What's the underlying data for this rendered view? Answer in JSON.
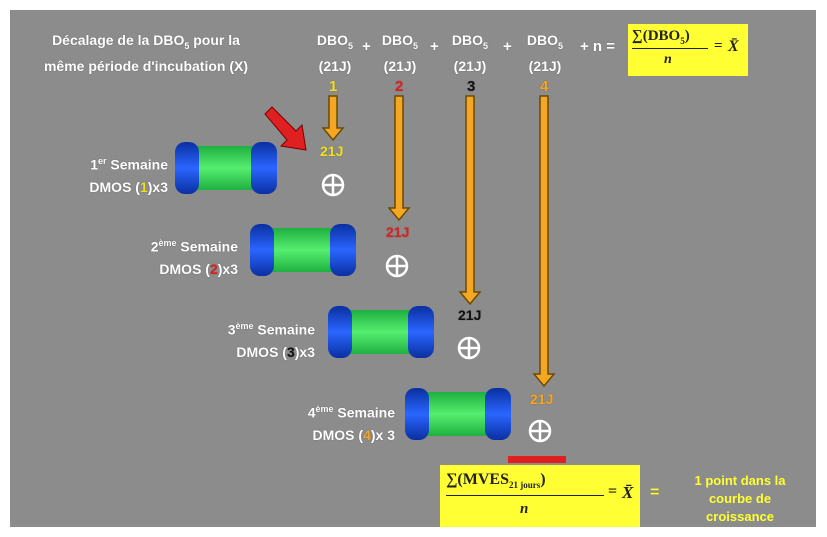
{
  "header": {
    "left_line1": "Décalage de la DBO",
    "left_sub": "5",
    "left_line1_tail": " pour la",
    "left_line2": "même période d'incubation (X)",
    "columns": [
      {
        "top": "DBO",
        "sub": "5",
        "bottom": "(21J)"
      },
      {
        "top": "DBO",
        "sub": "5",
        "bottom": "(21J)"
      },
      {
        "top": "DBO",
        "sub": "5",
        "bottom": "(21J)"
      },
      {
        "top": "DBO",
        "sub": "5",
        "bottom": "(21J)"
      }
    ],
    "operators": [
      "+",
      "+",
      "+",
      "+ n ="
    ],
    "formula_top": {
      "numerator": "∑(DBO",
      "numerator_sub": "5",
      "numerator_tail": ")",
      "denominator": "n",
      "equals": "=",
      "result": "X̄"
    }
  },
  "column_numbers": [
    "1",
    "2",
    "3",
    "4"
  ],
  "weeks": [
    {
      "line1": "1",
      "sup": "er",
      "line1_tail": " Semaine",
      "line2_pre": "DMOS (",
      "num": "1",
      "line2_post": ")x3"
    },
    {
      "line1": "2",
      "sup": "ème",
      "line1_tail": " Semaine",
      "line2_pre": "DMOS (",
      "num": "2",
      "line2_post": ")x3"
    },
    {
      "line1": "3",
      "sup": "ème",
      "line1_tail": " Semaine",
      "line2_pre": "DMOS (",
      "num": "3",
      "line2_post": ")x3"
    },
    {
      "line1": "4",
      "sup": "ème",
      "line1_tail": " Semaine",
      "line2_pre": "DMOS (",
      "num": "4",
      "line2_post": ")x 3"
    }
  ],
  "incubation_labels": [
    "21J",
    "21J",
    "21J",
    "21J"
  ],
  "formula_bottom": {
    "numerator": "∑(MVES",
    "numerator_sub": "21 jours",
    "numerator_tail": ")",
    "denominator": "n",
    "equals": "=",
    "result": "X̄"
  },
  "result_text": [
    "1 point dans la",
    "courbe de",
    "croissance"
  ],
  "colors": {
    "background": "#8c8c8c",
    "arrow": "#f5a623",
    "arrow_outline": "#6b4a00",
    "red_arrow": "#e02020",
    "yellow": "#ffff33",
    "num1": "#f0e020",
    "num2": "#e02020",
    "num3": "#111111",
    "num4": "#f5a623",
    "cylinder_green": "#33dd55",
    "cylinder_blue": "#1144dd"
  },
  "icons": [
    "crossed-circle-icon",
    "red-pointer-arrow-icon",
    "down-arrow-icon",
    "cylinder-icon"
  ]
}
